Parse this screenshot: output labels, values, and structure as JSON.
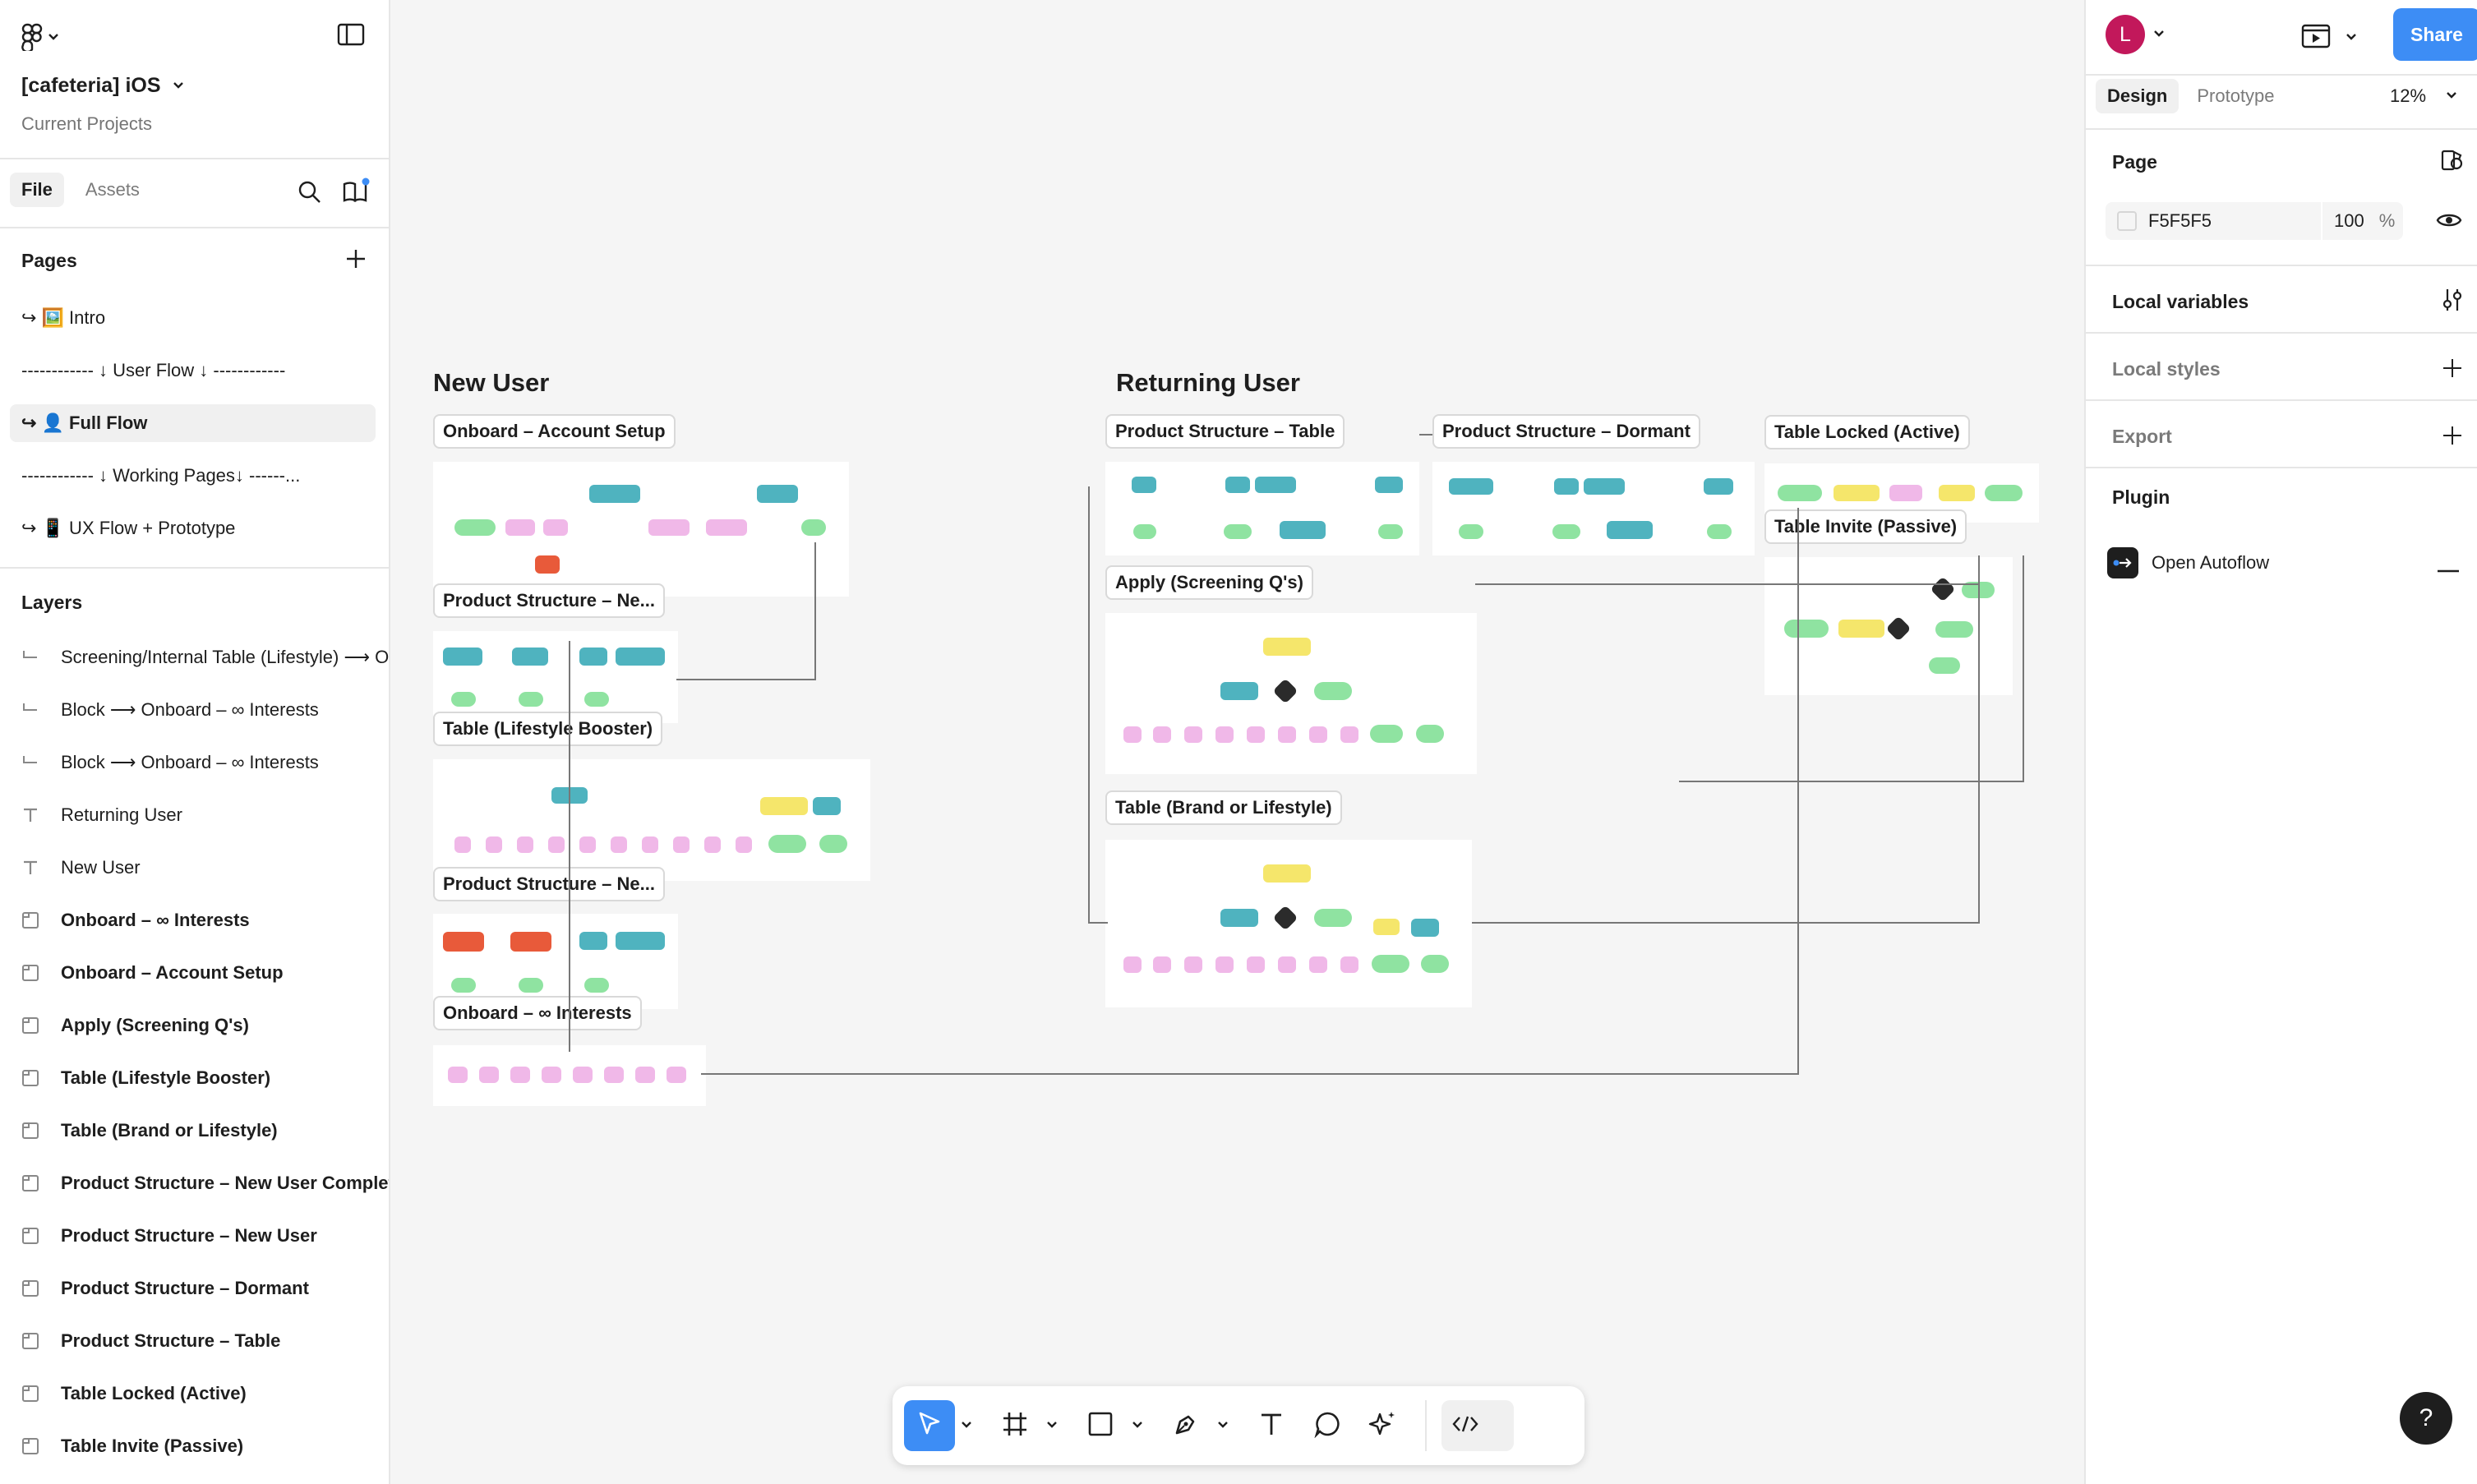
{
  "left_panel": {
    "file_name": "[cafeteria] iOS",
    "project": "Current Projects",
    "tabs": {
      "file": "File",
      "assets": "Assets"
    },
    "pages_title": "Pages",
    "pages": [
      {
        "label": "↪ 🖼️ Intro"
      },
      {
        "label": "------------ ↓ User Flow ↓ ------------"
      },
      {
        "label": "↪ 👤 Full Flow"
      },
      {
        "label": "------------ ↓ Working Pages↓ ------..."
      },
      {
        "label": "↪ 📱 UX Flow + Prototype"
      }
    ],
    "layers_title": "Layers",
    "layers": [
      {
        "label": "Screening/Internal Table (Lifestyle) ⟶ Onboard",
        "icon": "connector"
      },
      {
        "label": "Block ⟶ Onboard – ∞ Interests",
        "icon": "connector"
      },
      {
        "label": "Block ⟶ Onboard – ∞ Interests",
        "icon": "connector"
      },
      {
        "label": "Returning User",
        "icon": "text"
      },
      {
        "label": "New User",
        "icon": "text"
      },
      {
        "label": "Onboard – ∞ Interests",
        "icon": "section"
      },
      {
        "label": "Onboard – Account Setup",
        "icon": "section"
      },
      {
        "label": "Apply (Screening Q's)",
        "icon": "section"
      },
      {
        "label": "Table (Lifestyle Booster)",
        "icon": "section"
      },
      {
        "label": "Table (Brand or Lifestyle)",
        "icon": "section"
      },
      {
        "label": "Product Structure – New User Complete",
        "icon": "section"
      },
      {
        "label": "Product Structure – New User",
        "icon": "section"
      },
      {
        "label": "Product Structure – Dormant",
        "icon": "section"
      },
      {
        "label": "Product Structure – Table",
        "icon": "section"
      },
      {
        "label": "Table Locked (Active)",
        "icon": "section"
      },
      {
        "label": "Table Invite (Passive)",
        "icon": "section"
      }
    ]
  },
  "right_panel": {
    "avatar_letter": "L",
    "share_label": "Share",
    "tabs": {
      "design": "Design",
      "prototype": "Prototype"
    },
    "zoom": "12%",
    "page_title": "Page",
    "page_color": "F5F5F5",
    "page_opacity": "100",
    "percent": "%",
    "sections": {
      "local_variables": "Local variables",
      "local_styles": "Local styles",
      "export": "Export",
      "plugin": "Plugin"
    },
    "plugin_name": "Open Autoflow",
    "help": "?"
  },
  "canvas": {
    "headings": {
      "new_user": "New User",
      "returning_user": "Returning User"
    },
    "frame_labels": {
      "onboard_account": "Onboard – Account Setup",
      "ps_new_complete": "Product Structure – Ne...",
      "table_lifestyle": "Table (Lifestyle Booster)",
      "ps_new_user": "Product Structure – Ne...",
      "onboard_interests": "Onboard – ∞ Interests",
      "ps_table": "Product Structure – Table",
      "ps_dormant": "Product Structure – Dormant",
      "apply": "Apply (Screening Q's)",
      "table_brand": "Table (Brand or Lifestyle)",
      "table_locked": "Table Locked (Active)",
      "table_invite": "Table Invite (Passive)"
    }
  },
  "colors": {
    "accent": "#3d8df5",
    "avatar": "#c2185b",
    "teal": "#4fb3bf",
    "green": "#8fe3a1",
    "pink": "#f0b8e8",
    "yellow": "#f5e66b",
    "red": "#e85a3a"
  }
}
